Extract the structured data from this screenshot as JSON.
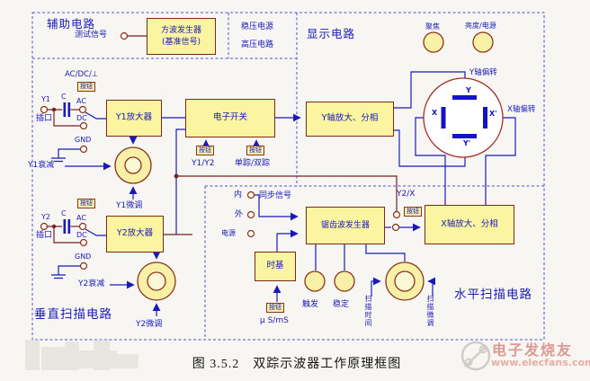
{
  "colors": {
    "box_fill": "#fbf4a0",
    "box_border": "#7a2a14",
    "wire_blue": "#1a1ab8",
    "wire_red": "#7a1f1f",
    "crt_outline": "#a03028",
    "dashed_border": "#5050d0",
    "watermark_pink": "#dc9a92"
  },
  "aux": {
    "title": "辅助电路",
    "test_signal": "测试信号",
    "sqgen_line1": "方波发生器",
    "sqgen_line2": "(基准信号)",
    "vreg": "稳压电源",
    "hv": "高压电路"
  },
  "display": {
    "title": "显示电路",
    "focus": "聚焦",
    "brightness": "亮度/电源",
    "y_deflect": "Y轴偏转",
    "x_deflect": "X轴偏转",
    "plate_y": "Y",
    "plate_y_b": "Y'",
    "plate_x": "X",
    "plate_x_r": "X'"
  },
  "vert": {
    "title": "垂直扫描电路",
    "acdc": "AC/DC/⊥",
    "btn": "按钮",
    "y1": "Y1",
    "y2": "Y2",
    "jack": "插口",
    "cap": "C",
    "ac": "AC",
    "dc": "DC",
    "gnd": "GND",
    "y1amp": "Y1放大器",
    "y2amp": "Y2放大器",
    "eswitch": "电子开关",
    "y1att": "Y1衰减",
    "y2att": "Y2衰减",
    "y1fine": "Y1微调",
    "y2fine": "Y2微调",
    "sw_select": "Y1/Y2",
    "sw_mode": "单踪/双踪",
    "yamp": "Y轴放大、分相"
  },
  "horiz": {
    "title": "水平扫描电路",
    "sync": "同步信号",
    "int": "内",
    "ext": "外",
    "mains": "电源",
    "sawtooth": "锯齿波发生器",
    "timebase": "时基",
    "us_ms": "μ S/mS",
    "trigger": "触发",
    "stable": "稳定",
    "scan_time": "扫描时间",
    "scan_fine": "扫描微调",
    "xamp": "X轴放大、分相",
    "y2x": "Y2/X"
  },
  "caption": "图 3.5.2　双踪示波器工作原理框图",
  "watermark": {
    "brand": "电子发烧友",
    "url": "www.elecfans.com"
  }
}
